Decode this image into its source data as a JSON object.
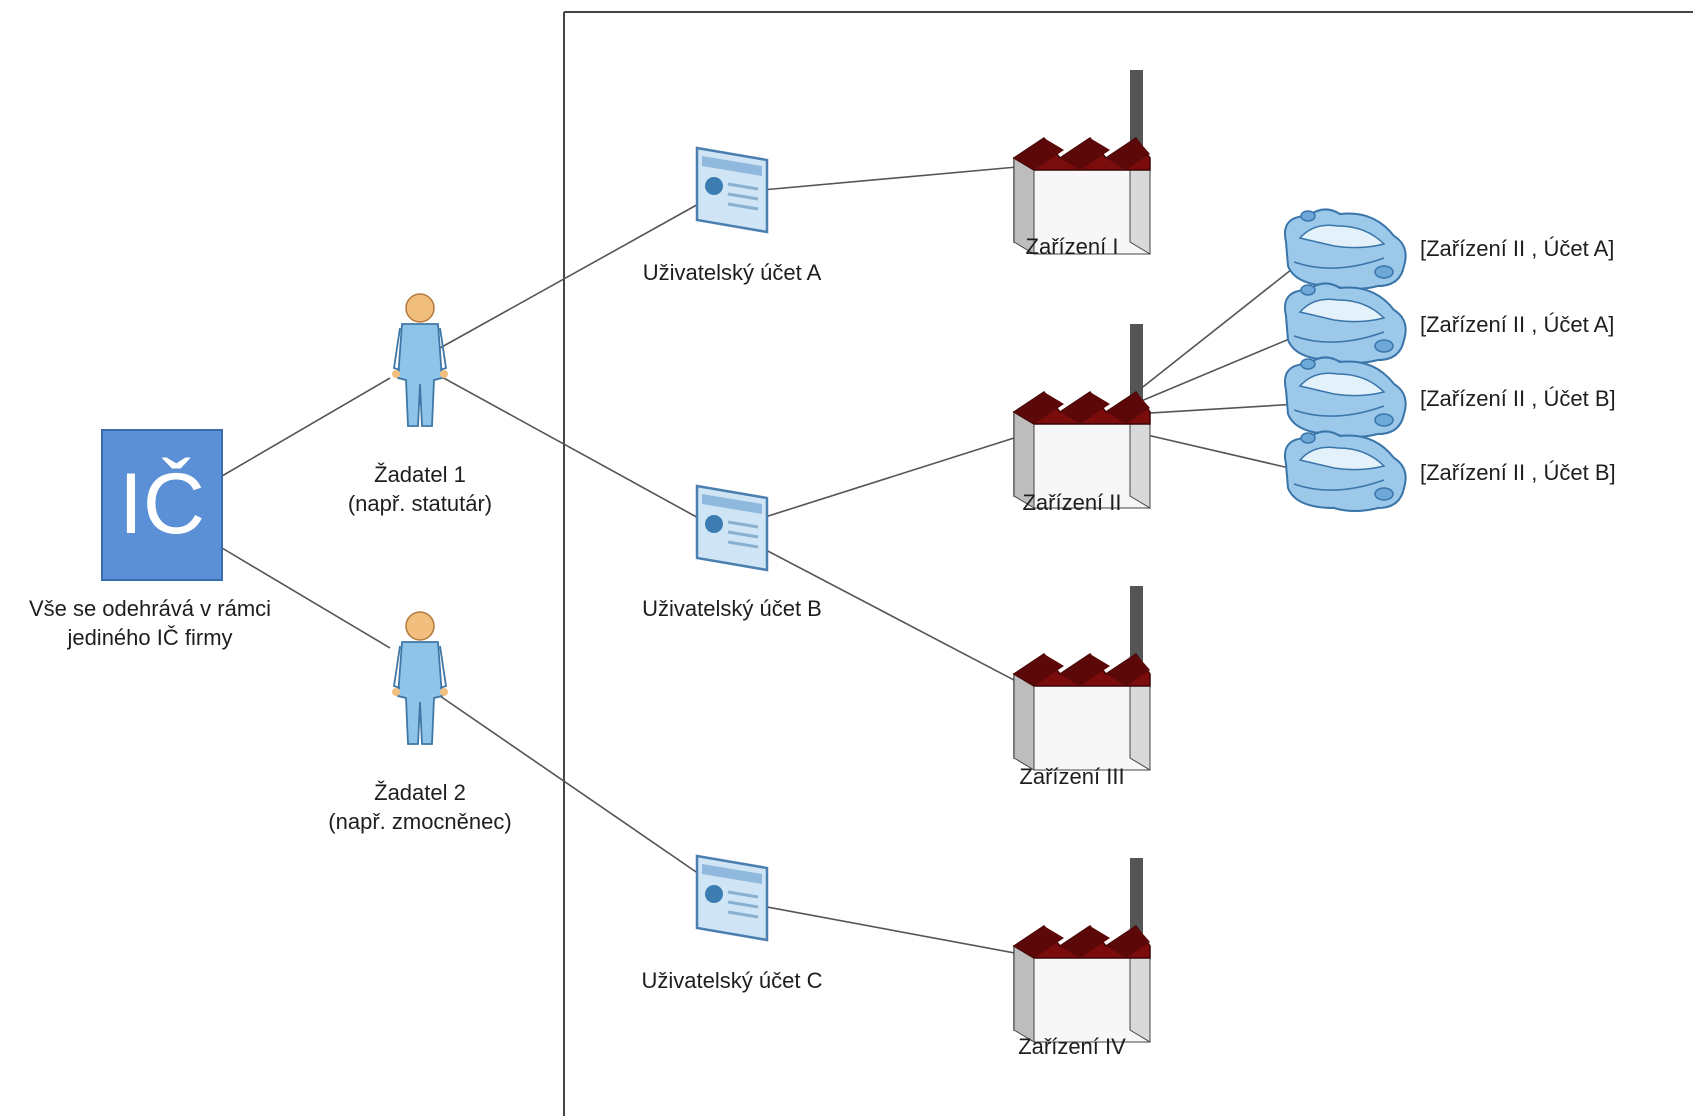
{
  "company": {
    "icon_text": "IČ",
    "caption_line1": "Vše se odehrává v rámci",
    "caption_line2": "jediného IČ firmy",
    "icon_color": "#5b8fd6"
  },
  "applicants": [
    {
      "name": "Žadatel 1",
      "role": "(např. statutár)"
    },
    {
      "name": "Žadatel 2",
      "role": "(např. zmocněnec)"
    }
  ],
  "accounts": [
    {
      "label": "Uživatelský účet A"
    },
    {
      "label": "Uživatelský účet B"
    },
    {
      "label": "Uživatelský účet C"
    }
  ],
  "facilities": [
    {
      "label": "Zařízení I"
    },
    {
      "label": "Zařízení II"
    },
    {
      "label": "Zařízení III"
    },
    {
      "label": "Zařízení IV"
    }
  ],
  "vehicles": [
    {
      "label": "[Zařízení II , Účet A]"
    },
    {
      "label": "[Zařízení II , Účet A]"
    },
    {
      "label": "[Zařízení II , Účet B]"
    },
    {
      "label": "[Zařízení II , Účet B]"
    }
  ],
  "colors": {
    "roof": "#7a0c0c",
    "person": "#8ec4e8",
    "account_card": "#cfe5f5",
    "vehicle": "#9cc9ea"
  }
}
